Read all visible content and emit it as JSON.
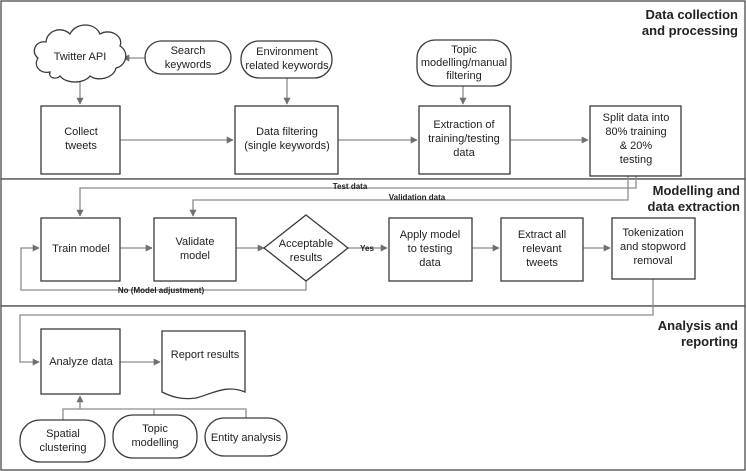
{
  "sections": {
    "collection_title": [
      "Data collection",
      "and processing"
    ],
    "modelling_title": [
      "Modelling and",
      "data extraction"
    ],
    "analysis_title": [
      "Analysis and",
      "reporting"
    ]
  },
  "nodes": {
    "twitter_api": [
      "Twitter API"
    ],
    "search_keywords": [
      "Search",
      "keywords"
    ],
    "env_keywords": [
      "Environment",
      "related keywords"
    ],
    "topic_filtering": [
      "Topic",
      "modelling/manual",
      "filtering"
    ],
    "collect_tweets": [
      "Collect",
      "tweets"
    ],
    "data_filtering": [
      "Data filtering",
      "(single keywords)"
    ],
    "extraction": [
      "Extraction of",
      "training/testing",
      "data"
    ],
    "split_data": [
      "Split data into",
      "80% training",
      "& 20%",
      "testing"
    ],
    "train_model": [
      "Train model"
    ],
    "validate_model": [
      "Validate",
      "model"
    ],
    "acceptable": [
      "Acceptable",
      "results"
    ],
    "apply_model": [
      "Apply model",
      "to testing",
      "data"
    ],
    "extract_tweets": [
      "Extract all",
      "relevant",
      "tweets"
    ],
    "tokenization": [
      "Tokenization",
      "and stopword",
      "removal"
    ],
    "analyze_data": [
      "Analyze data"
    ],
    "report_results": [
      "Report results"
    ],
    "spatial": [
      "Spatial",
      "clustering"
    ],
    "topic_modelling": [
      "Topic",
      "modelling"
    ],
    "entity": [
      "Entity analysis"
    ]
  },
  "edge_labels": {
    "test_data": "Test data",
    "validation_data": "Validation data",
    "yes": "Yes",
    "no_adjust": "No (Model adjustment)"
  }
}
